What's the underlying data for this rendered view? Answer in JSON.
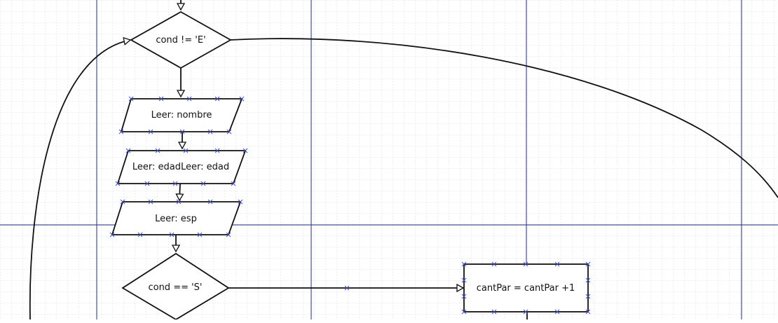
{
  "nodes": [
    {
      "id": "decision-cond-ne-e",
      "shape": "diamond",
      "label": "cond != 'E'"
    },
    {
      "id": "input-nombre",
      "shape": "parallelogram",
      "label": "Leer: nombre"
    },
    {
      "id": "input-edad",
      "shape": "parallelogram",
      "label": "Leer: edadLeer: edad"
    },
    {
      "id": "input-esp",
      "shape": "parallelogram",
      "label": "Leer: esp"
    },
    {
      "id": "decision-cond-eq-s",
      "shape": "diamond",
      "label": "cond == 'S'"
    },
    {
      "id": "process-cantpar",
      "shape": "rectangle",
      "label": "cantPar = cantPar +1"
    }
  ],
  "colors": {
    "grid_minor": "#cdd8df",
    "grid_major": "#1f2d8f",
    "shape_stroke": "#111111",
    "connector_marker": "#3b4bd0"
  }
}
